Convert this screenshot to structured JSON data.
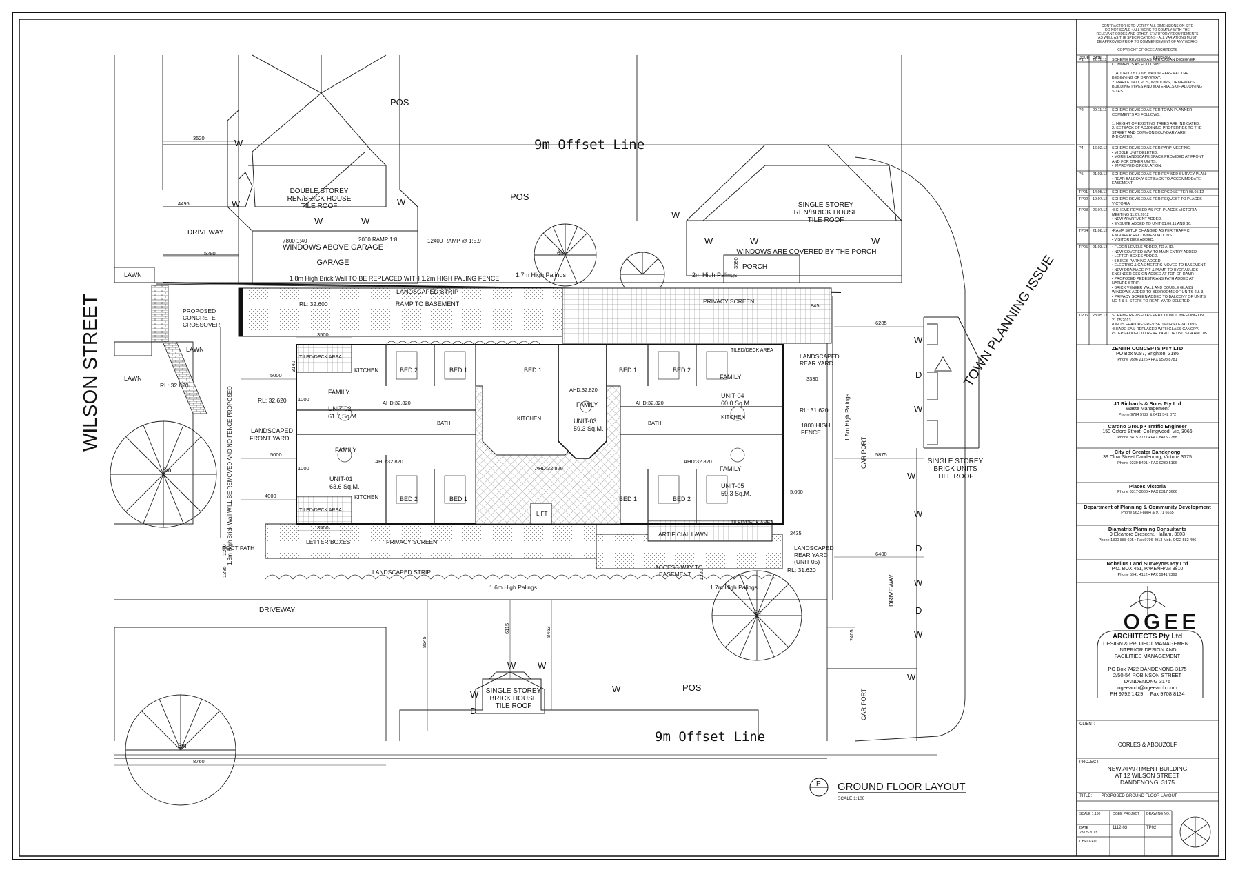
{
  "street": "WILSON STREET",
  "watermark": "TOWN PLANNING ISSUE",
  "labels": {
    "pos": "POS",
    "w": "W",
    "d": "D",
    "offset_line": "9m Offset Line",
    "double_storey": [
      "DOUBLE STOREY",
      "REN/BRICK HOUSE",
      "TILE ROOF"
    ],
    "single_storey_top": [
      "SINGLE STOREY",
      "REN/BRICK HOUSE",
      "TILE ROOF"
    ],
    "single_storey_right": [
      "SINGLE STOREY",
      "BRICK UNITS",
      "TILE ROOF"
    ],
    "single_storey_bottom": [
      "SINGLE STOREY",
      "BRICK HOUSE",
      "TILE ROOF"
    ],
    "driveway": "DRIVEWAY",
    "garage": "GARAGE",
    "windows_above_garage": "WINDOWS ABOVE GARAGE",
    "windows_covered": "WINDOWS ARE COVERED BY THE PORCH",
    "porch": "PORCH",
    "lawn": "LAWN",
    "brick_wall": "1.8m High Brick Wall TO BE REPLACED WITH 1.2m HIGH PALING FENCE",
    "high_palings_17": "1.7m High Palings",
    "high_palings_2": "2m High Palings",
    "high_palings_16": "1.6m High Palings",
    "high_palings_17b": "1.7m High Palings",
    "high_palings_15": "1.5m High Palings",
    "landscaped_strip": "LANDSCAPED STRIP",
    "ramp_to_basement": "RAMP TO BASEMENT",
    "proposed_crossover": [
      "PROPOSED",
      "CONCRETE",
      "CROSSOVER"
    ],
    "landscaped_front_yard": [
      "LANDSCAPED",
      "FRONT YARD"
    ],
    "landscaped_rear_yard": [
      "LANDSCAPED",
      "REAR YARD"
    ],
    "landscaped_rear_yard_5": [
      "LANDSCAPED",
      "REAR YARD",
      "(UNIT 05)"
    ],
    "foot_path": "FOOT PATH",
    "letter_boxes": "LETTER BOXES",
    "privacy_screen": "PRIVACY SCREEN",
    "access_way": [
      "ACCESS WAY TO",
      "EASEMENT"
    ],
    "artificial_lawn": "ARTIFICIAL LAWN",
    "car_port": "CAR PORT",
    "lift": "LIFT",
    "ramp_1": "12400 RAMP @ 1:5.9",
    "ramp_2": "7800 1:40",
    "ramp_3": "2000 RAMP 1:8",
    "fence_1800": [
      "1800 HIGH",
      "FENCE"
    ],
    "wall_removed": "1.8m High Brick Wall WILL BE REMOVED AND NO FENCE PROPOSED",
    "rl_1": "RL: 32.600",
    "rl_2": "RL: 32.620",
    "rl_3": "RL: 32.820",
    "rl_4": "RL: 31.620",
    "rl_5": "RL: 31.620",
    "tree_8m": "8m",
    "tree_6m_a": "6m",
    "tree_6m_b": "6m",
    "tree_5m": "5m"
  },
  "units": [
    {
      "name": "UNIT-01",
      "area": "63.6 Sq.M."
    },
    {
      "name": "UNIT-02",
      "area": "61.7 Sq.M."
    },
    {
      "name": "UNIT-03",
      "area": "59.3 Sq.M."
    },
    {
      "name": "UNIT-04",
      "area": "60.0 Sq.M."
    },
    {
      "name": "UNIT-05",
      "area": "59.3 Sq.M."
    }
  ],
  "rooms": {
    "family": "FAMILY",
    "kitchen": "KITCHEN",
    "bed1": "BED 1",
    "bed2": "BED 2",
    "bath": "BATH",
    "tiled_area": "TILED/DECK AREA",
    "ahd": "AHD:32.820"
  },
  "dims": {
    "d3520": "3520",
    "d4495": "4495",
    "d5290": "5290",
    "d5000a": "5000",
    "d5000b": "5000",
    "d4000": "4000",
    "d3500a": "3500",
    "d3500b": "3500",
    "d1000a": "1000",
    "d1000b": "1000",
    "d6285": "6285",
    "d3330": "3330",
    "d5875": "5875",
    "d5000c": "5,000",
    "d2435": "2435",
    "d6400": "6400",
    "d2405": "2405",
    "d8760": "8760",
    "d8645": "8645",
    "d6115": "6115",
    "d8463": "8463",
    "d845": "845",
    "d1295": "1295",
    "d1200": "1200",
    "d3140": "3140",
    "d3590": "3590",
    "d1220": "1220"
  },
  "drawing_title": "GROUND FLOOR LAYOUT",
  "drawing_scale": "SCALE    1:100",
  "section_marker": "P",
  "title_block": {
    "notes": [
      "CONTRACTOR IS TO VERIFY ALL DIMENSIONS ON SITE",
      "DO NOT SCALE • ALL WORK TO COMPLY WITH THE",
      "RELEVANT CODES AND OTHER STATUTORY REQUIREMENTS",
      "AS WELL AS THE SPECIFICATIONS • ALL VARIATIONS MUST",
      "BE APPROVED PRIOR TO COMMENCEMENT OF ANY WORKS"
    ],
    "copyright": "COPYRIGHT OF OGEE ARCHITECTS",
    "rev_headers": [
      "ISSUE",
      "DATE",
      "REVISION"
    ],
    "revisions": [
      {
        "no": "P1",
        "date": "22.11.11",
        "text": [
          "SCHEME REVISED AS PER URBAN DESIGNER",
          "COMMENTS AS FOLLOWS:",
          "",
          "1. ADDED 7mX3.6m WAITING AREA AT THE",
          "   BEGINNING OF DRIVEWAY.",
          "2. MARKED ALL POS, WINDOWS, DRIVEWAYS,",
          "   BUILDING TYPES AND MATERIALS OF ADJOINING",
          "   SITES."
        ]
      },
      {
        "no": "P2",
        "date": "29.11.11",
        "text": [
          "SCHEME REVISED AS PER TOWN PLANNER",
          "COMMENTS AS FOLLOWS:",
          "",
          "1. HEIGHT OF EXISTING TREES ARE INDICATED.",
          "2. SETBACK OF ADJOINING PROPERTIES TO THE",
          "   STREET AND COMMON BOUNDARY ARE",
          "   INDICATED."
        ]
      },
      {
        "no": "P4",
        "date": "16.02.12",
        "text": [
          "SCHEME REVISED AS PER PARP MEETING:",
          "• MIDDLE UNIT DELETED.",
          "• MORE LANDSCAPE SPACE PROVIDED AT FRONT",
          "  AND FOR OTHER UNITS.",
          "• IMPROVED CIRCULATION."
        ]
      },
      {
        "no": "P5",
        "date": "21.03.12",
        "text": [
          "SCHEME REVISED AS PER REVISED SURVEY PLAN:",
          "• REAR BALCONY SET BACK TO ACCOMMODATE",
          "  EASEMENT."
        ]
      },
      {
        "no": "TP01",
        "date": "14.05.12",
        "text": [
          "SCHEME REVISED AS PER DPCD LETTER 08.05.12"
        ]
      },
      {
        "no": "TP02",
        "date": "19.07.12",
        "text": [
          "SCHEME REVISED AS PER REQUEST TO PLACES",
          "VICTORIA."
        ]
      },
      {
        "no": "TP03",
        "date": "26.07.12",
        "text": [
          "•SCHEME REVISED AS PER PLACES VICTORIA",
          " MEETING 11.07.2012",
          "• NEW APARTMENT ADDED.",
          "• ENSUITE ADDED TO UNIT 01,06,11 AND 16."
        ]
      },
      {
        "no": "TP04",
        "date": "21.08.12",
        "text": [
          "•RAMP SETUP CHANGED AS PER TRAFFIC",
          " ENGINEER RECOMMENDATIONS.",
          "• VISITOR BIKE ADDED."
        ]
      },
      {
        "no": "TP05",
        "date": "21.03.13",
        "text": [
          "• FLOOR LEVELS ADDED, TO AHD.",
          "• NEW COVERED WAY TO MAIN ENTRY ADDED.",
          "• LETTER BOXES ADDED.",
          "• 5 BIKES PARKING ADDED.",
          "• ELECTRIC & GAS METERS MOVED TO BASEMENT.",
          "• NEW DRAINAGE PIT & PUMP TO HYDRAULICS",
          "  ENGINEER DESIGN ADDED AT TOP OF RAMP.",
          "• PROPOSED PEDESTRIANS PATH ADDED AT",
          "  NATURE STRIP.",
          "• BRICK VENEER WALL AND DOUBLE GLASS",
          "  WINDOWS ADDED TO BEDROOMS OF UNITS 2 & 3.",
          "• PRIVACY SCREEN ADDED TO BALCONY OF UNITS",
          "  NO 4 & 5, STEPS TO REAR YARD DELETED."
        ]
      },
      {
        "no": "TP06",
        "date": "23.05.13",
        "text": [
          "SCHEME REVISED AS PER COUNCIL MEETING ON",
          "21.05.2013",
          "•UNITS FEATURES REVISED FOR ELEVATIONS.",
          "•SHADE SAIL REPLACED WITH GLASS CANOPY.",
          "•STEPS ADDED TO REAR YARD OF UNITS 04 AND 05"
        ]
      }
    ],
    "consultants": [
      {
        "name": "ZENITH CONCEPTS PTY LTD",
        "lines": [
          "PO Box 9087, Brighton, 3186",
          "Phone 9596 2126 • FAX 9598 8781"
        ]
      },
      {
        "name": "JJ Richards & Sons Pty Ltd",
        "lines": [
          "Waste Management",
          "Phone 9794 5722 & 0411 542 072"
        ]
      },
      {
        "name": "Cardno Group • Traffic Engineer",
        "lines": [
          "150 Oxford Street, Collingwood, Vic, 3066",
          "Phone 8415 7777 • FAX 8415 7788"
        ]
      },
      {
        "name": "City of Greater Dandenong",
        "lines": [
          "39 Clow Street Dandenong, Victoria 3175",
          "Phone 9239-5491 • FAX 9239 5196"
        ]
      },
      {
        "name": "Places Victoria",
        "lines": [
          "Phone 8317-3688 • FAX 8317 3666"
        ]
      },
      {
        "name": "Department of Planning & Community Development",
        "lines": [
          "Phone 9637-8884 & 9771 6655"
        ]
      },
      {
        "name": "Diamatrix Planning Consultants",
        "lines": [
          "9 Eleanore Crescent, Hallam, 3803",
          "Phone 1300 888 605 • Fax 9796 4913 Mob. 0422 582 496"
        ]
      },
      {
        "name": "Nobelius Land Surveyors Pty Ltd",
        "lines": [
          "P.O. BOX 451, PAKENHAM 3810",
          "Phone 5941 4112 • FAX 5941 7368"
        ]
      }
    ],
    "logo_text": "OGEE",
    "firm": "ARCHITECTS Pty Ltd",
    "firm_lines": [
      "DESIGN & PROJECT MANAGEMENT",
      "INTERIOR DESIGN AND",
      "FACILITIES MANAGEMENT"
    ],
    "firm_address": [
      "PO Box 7422 DANDENONG 3175",
      "2/50-54 ROBINSON STREET",
      "DANDENONG 3175",
      "ogeearch@ogeearch.com"
    ],
    "firm_phone": "PH 9792 1429",
    "firm_fax": "Fax 9708 8134",
    "client_label": "CLIENT:",
    "client": "CORLES & ABOUZOLF",
    "project_label": "PROJECT:",
    "project": [
      "NEW APARTMENT BUILDING",
      "AT 12 WILSON STREET",
      "DANDENONG, 3175"
    ],
    "title_label": "TITLE:",
    "title": "PROPOSED GROUND FLOOR LAYOUT",
    "scale_label": "SCALE",
    "scale": "1:100",
    "ogee_project_label": "OGEE PROJECT",
    "ogee_project": "1112-03",
    "drawing_no_label": "DRAWING NO.",
    "drawing_no": "TP02",
    "date_label": "DATE",
    "date": "23-05-2013",
    "checked_label": "CHECKED"
  }
}
